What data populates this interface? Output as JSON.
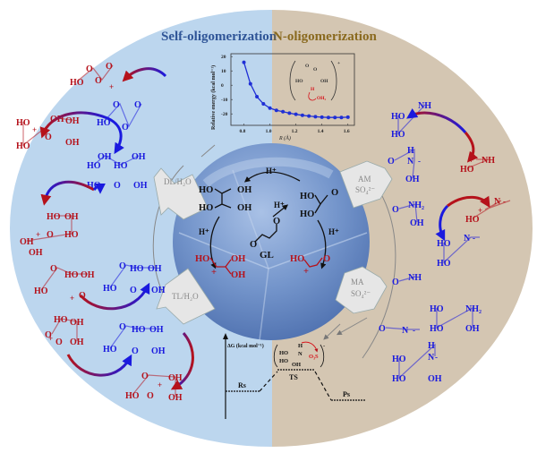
{
  "colors": {
    "left_bg": "#bcd6ee",
    "right_bg": "#d4c6b2",
    "title_left": "#2f5597",
    "title_right": "#8a6a1f",
    "blue_mol": "#1a1adf",
    "red_mol": "#b5121b",
    "sphere": "#6f8fc4",
    "arrow_pad": "#e6e6e6",
    "plot_line": "#1f2fd6"
  },
  "titles": {
    "left": "Self-oligomerization",
    "right": "N-oligomerization"
  },
  "center": {
    "h_plus": "H⁺",
    "gl_label": "GL",
    "diol_top": [
      "HO",
      "OH",
      "HO",
      "OH"
    ],
    "acid_top": [
      "HO",
      "O",
      "HO"
    ],
    "cation_left": [
      "HO",
      "OH",
      "OH",
      "+"
    ],
    "cation_right": [
      "HO",
      "O",
      "+"
    ]
  },
  "pads": {
    "dl": "DL/H₂O",
    "tl": "TL/H₂O",
    "am": [
      "AM",
      "SO₄²⁻"
    ],
    "ma": [
      "MA",
      "SO₄²⁻"
    ]
  },
  "inset_plot": {
    "chart_data": {
      "type": "line",
      "xlabel": "R (Å)",
      "ylabel": "Relative energy (kcal mol⁻¹)",
      "xlim": [
        0.7,
        1.65
      ],
      "ylim": [
        -28,
        22
      ],
      "xticks": [
        0.8,
        1.0,
        1.2,
        1.4,
        1.6
      ],
      "yticks": [
        20,
        10,
        0,
        -10,
        -20
      ],
      "x": [
        0.8,
        0.85,
        0.9,
        0.95,
        1.0,
        1.05,
        1.1,
        1.15,
        1.2,
        1.25,
        1.3,
        1.35,
        1.4,
        1.45,
        1.5,
        1.55,
        1.6
      ],
      "y": [
        16,
        1,
        -8,
        -13,
        -16,
        -17.5,
        -18.5,
        -19.5,
        -20.3,
        -21,
        -21.5,
        -22,
        -22.3,
        -22.5,
        -22.5,
        -22.5,
        -22.3
      ]
    },
    "structure": {
      "labels": [
        "HO",
        "OH",
        "O",
        "O",
        "H",
        "OH₂",
        "+"
      ]
    }
  },
  "energy_profile": {
    "ylabel": "ΔG (kcal mol⁻¹)",
    "rs": "Rs",
    "ts": "TS",
    "ps": "Ps",
    "ts_structure": [
      "HO",
      "HO",
      "OH",
      "N",
      "H",
      "O₃S",
      "-"
    ]
  },
  "left_molecules": [
    {
      "color": "red",
      "text": [
        "HO",
        "O",
        "O",
        "O",
        "+"
      ]
    },
    {
      "color": "blue",
      "text": [
        "HO",
        "O",
        "O",
        "O"
      ]
    },
    {
      "color": "red",
      "text": [
        "HO",
        "HO",
        "OH",
        "OH",
        "OH",
        "O",
        "+"
      ]
    },
    {
      "color": "blue",
      "text": [
        "HO",
        "OH",
        "HO",
        "OH",
        "HO",
        "O",
        "OH"
      ]
    },
    {
      "color": "red",
      "text": [
        "HO",
        "OH",
        "HO",
        "OH",
        "OH",
        "O",
        "+"
      ]
    },
    {
      "color": "red",
      "text": [
        "HO",
        "O",
        "HO",
        "OH",
        "O",
        "+"
      ]
    },
    {
      "color": "blue",
      "text": [
        "HO",
        "O",
        "HO",
        "OH",
        "OH",
        "O"
      ]
    },
    {
      "color": "red",
      "text": [
        "O",
        "HO",
        "OH",
        "OH",
        "O",
        "+"
      ]
    },
    {
      "color": "blue",
      "text": [
        "HO",
        "O",
        "HO",
        "OH",
        "OH",
        "O"
      ]
    },
    {
      "color": "red",
      "text": [
        "HO",
        "O",
        "OH",
        "OH",
        "O",
        "+"
      ]
    }
  ],
  "right_molecules": [
    {
      "color": "blue",
      "text": [
        "HO",
        "HO",
        "NH"
      ]
    },
    {
      "color": "red",
      "text": [
        "HO",
        "NH",
        "+"
      ]
    },
    {
      "color": "blue",
      "text": [
        "O",
        "H",
        "N",
        "OH",
        "-"
      ]
    },
    {
      "color": "blue",
      "text": [
        "O",
        "NH₂",
        "OH"
      ]
    },
    {
      "color": "red",
      "text": [
        "HO",
        "N",
        "+",
        "-"
      ]
    },
    {
      "color": "blue",
      "text": [
        "HO",
        "HO",
        "N",
        "-"
      ]
    },
    {
      "color": "blue",
      "text": [
        "O",
        "NH"
      ]
    },
    {
      "color": "blue",
      "text": [
        "O",
        "N",
        "-"
      ]
    },
    {
      "color": "blue",
      "text": [
        "HO",
        "HO",
        "NH₂",
        "OH"
      ]
    },
    {
      "color": "blue",
      "text": [
        "HO",
        "HO",
        "H",
        "N",
        "OH",
        "-"
      ]
    }
  ]
}
